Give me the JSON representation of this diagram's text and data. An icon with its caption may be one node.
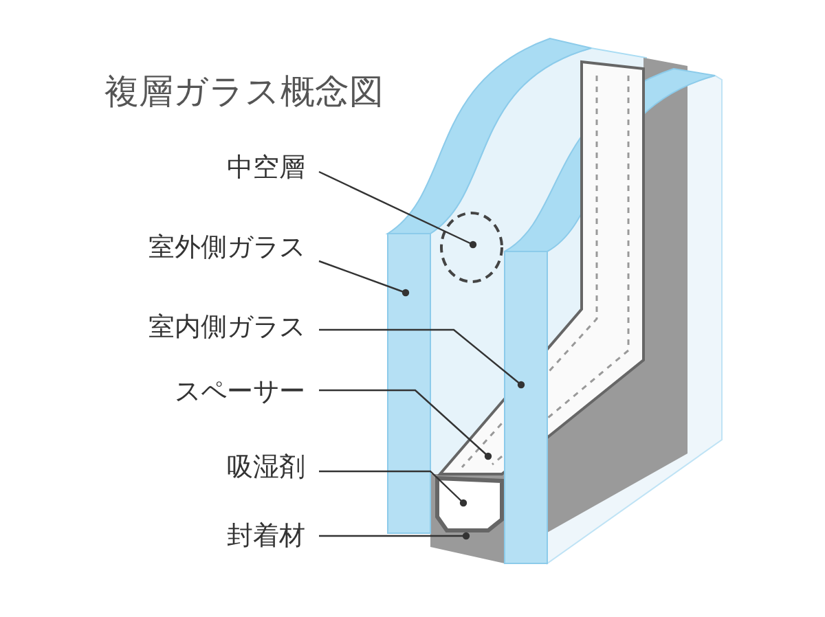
{
  "diagram": {
    "title": "複層ガラス概念図",
    "nodes": [
      {
        "text": [
          "中空層"
        ]
      },
      {
        "text": [
          "室外側ガラス"
        ]
      },
      {
        "text": [
          "室内側ガラス"
        ]
      },
      {
        "text": [
          "スペーサー"
        ]
      },
      {
        "text": [
          "吸湿剤"
        ]
      },
      {
        "text": [
          "封着材"
        ]
      },
      {
        "text": [],
        "shape": "circle"
      },
      {
        "text": [],
        "shape": "box"
      },
      {
        "text": [],
        "shape": "box"
      },
      {
        "text": [],
        "shape": "picture"
      },
      {
        "text": [],
        "shape": "box"
      },
      {
        "text": [],
        "shape": "box"
      }
    ],
    "edges": [
      {
        "from": 0,
        "to": 6,
        "arrow": "other"
      },
      {
        "from": 1,
        "to": 7,
        "arrow": "other"
      },
      {
        "from": 2,
        "to": 8,
        "arrow": "other"
      },
      {
        "from": 3,
        "to": 9,
        "arrow": "other"
      },
      {
        "from": 4,
        "to": 10,
        "arrow": "other"
      },
      {
        "from": 5,
        "to": 11,
        "arrow": "other"
      }
    ]
  }
}
